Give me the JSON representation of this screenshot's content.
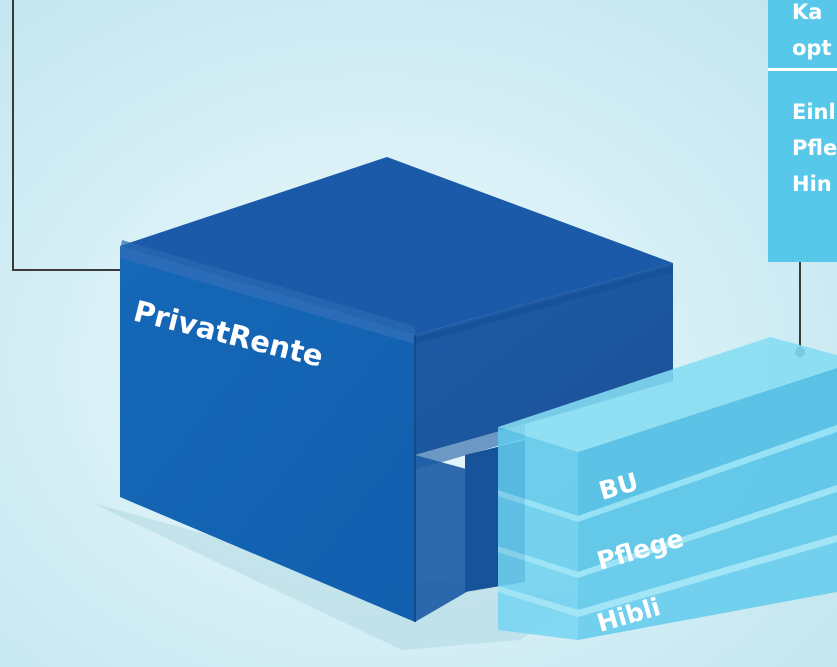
{
  "main_box": {
    "label": "PrivatRente"
  },
  "modules": [
    {
      "label": "BU"
    },
    {
      "label": "Pflege"
    },
    {
      "label": "Hibli"
    }
  ],
  "callout": {
    "top_lines": [
      "Ka",
      "opt"
    ],
    "bottom_lines": [
      "Einl",
      "Pfle",
      "Hin"
    ]
  },
  "colors": {
    "main_front": "#1565b4",
    "main_top": "#1a59a6",
    "main_side": "#1d58a0",
    "module_light": "#66d0ee",
    "callout_bg": "#57c8ea",
    "connector": "#3a3a3a"
  }
}
